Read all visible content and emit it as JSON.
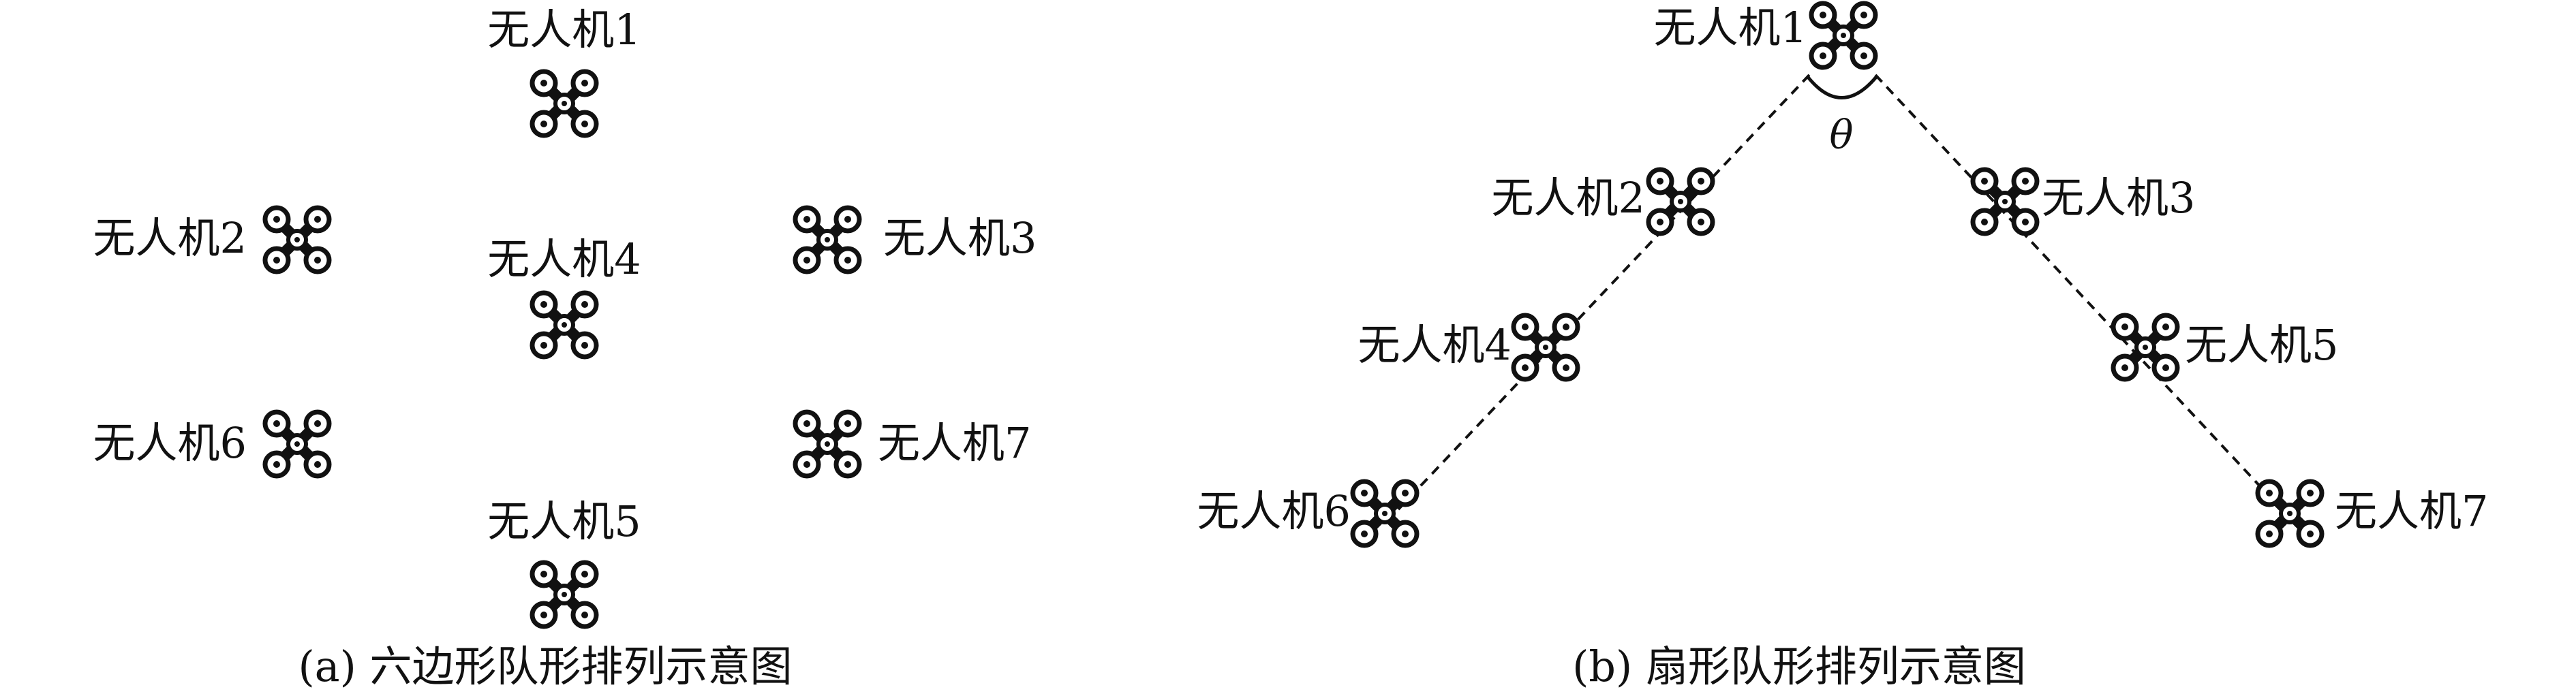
{
  "panel_a": {
    "caption": "(a) 六边形队形排列示意图",
    "drones": [
      {
        "id": "1",
        "label": "无人机1"
      },
      {
        "id": "2",
        "label": "无人机2"
      },
      {
        "id": "3",
        "label": "无人机3"
      },
      {
        "id": "4",
        "label": "无人机4"
      },
      {
        "id": "5",
        "label": "无人机5"
      },
      {
        "id": "6",
        "label": "无人机6"
      },
      {
        "id": "7",
        "label": "无人机7"
      }
    ]
  },
  "panel_b": {
    "caption": "(b) 扇形队形排列示意图",
    "angle_symbol": "θ",
    "drones": [
      {
        "id": "1",
        "label": "无人机1"
      },
      {
        "id": "2",
        "label": "无人机2"
      },
      {
        "id": "3",
        "label": "无人机3"
      },
      {
        "id": "4",
        "label": "无人机4"
      },
      {
        "id": "5",
        "label": "无人机5"
      },
      {
        "id": "6",
        "label": "无人机6"
      },
      {
        "id": "7",
        "label": "无人机7"
      }
    ]
  },
  "colors": {
    "stroke": "#111111",
    "background": "#ffffff"
  },
  "icons": {
    "drone": "quadcopter-icon"
  }
}
